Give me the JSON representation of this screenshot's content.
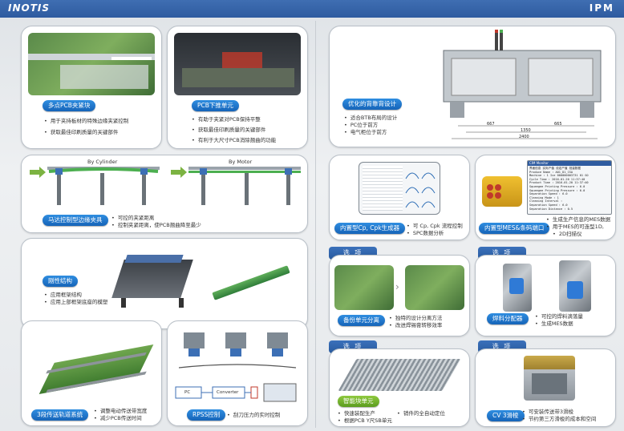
{
  "header": {
    "logo": "INOTIS",
    "brand": "IPM"
  },
  "cards": {
    "multi_clamp": {
      "label": "多点PCB夹紧块",
      "bullets": [
        "用于夹持板材的特殊边缘夹紧控制",
        "获取最佳印刷质量的关键部件"
      ]
    },
    "pcb_push": {
      "label": "PCB下推单元",
      "bullets": [
        "有助于夹紧对PCB保持平整",
        "获取最佳印刷质量的关键部件",
        "有利于大尺寸PCB消除翘曲的功能"
      ]
    },
    "clamp_motor": {
      "label": "马达控制型边缘夹具",
      "by_cylinder": "By Cylinder",
      "by_motor": "By Motor",
      "bullets": [
        "可控的夹紧距离",
        "控制夹紧距离，使PCB翘曲降至最少"
      ]
    },
    "rigid": {
      "label": "刚性结构",
      "bullets": [
        "应用框架结构",
        "应用上部框架底座的模塑"
      ]
    },
    "three_stage": {
      "label": "3段传送轨道系统",
      "bullets": [
        "调整电动传送带宽度",
        "减少PCB传送时间"
      ]
    },
    "rpss": {
      "label": "RPSS控制",
      "bullets": [
        "刮刀压力的实时控制"
      ],
      "flow_pc": "PC",
      "flow_converter": "Converter"
    },
    "back_design": {
      "label": "优化的背靠背设计",
      "bullets": [
        "适合BTB布局的设计",
        "PC位于前方",
        "电气柜位于前方"
      ],
      "dims": [
        "667",
        "665",
        "1350",
        "2400"
      ]
    },
    "spc": {
      "label": "内置型Cp, Cpk生成器",
      "bullets": [
        "可 Cp, Cpk 流程控制",
        "SPC数据分析"
      ]
    },
    "mes": {
      "label": "内置型MES&条码端口",
      "bullets": [
        "生成生产信息的MES数据",
        "用于MES的可连型1D,",
        "2D扫描仪"
      ],
      "window_title": "CIM Monitor",
      "window_lines": [
        "界面信息  实际产值  设定产值  批量数据",
        "Produce Name : A01_D1_CSA",
        "Machine : 1 Ice 000000003731 01 GO",
        "Cycle Time : 2016-01-20 11:37:40",
        "Product Time : 2016-01-20 11:37:40",
        "Squeegee Printing Pressure : 6.0",
        "Squeegee Printing Pressure : 6.0",
        "Separation Speed : 6.0",
        "Cleaning Mode : 1",
        "Cleaning Interval :",
        "Separation Speed : 6.0",
        "Separation Distance : 0.5"
      ]
    },
    "backup": {
      "option": "选 项",
      "label": "备份单元分离",
      "bullets": [
        "独特的设计分离方法",
        "改进焊锡膏转移效率"
      ]
    },
    "solder": {
      "option": "选 项",
      "label": "焊料分配器",
      "bullets": [
        "可控的焊料滴落量",
        "生成MES数据"
      ]
    },
    "smart_block": {
      "option": "选 项",
      "label": "智能块单元",
      "bullets": [
        "快速装配生产",
        "根据PCB Y尺SB单元"
      ],
      "bullets2": [
        "销件的全自动定位"
      ]
    },
    "cv3": {
      "option": "选 项",
      "label": "CV 3滑梭",
      "bullets": [
        "可安装传送带3滑梭",
        "节约第三方滑梭的成本和空间"
      ]
    }
  }
}
